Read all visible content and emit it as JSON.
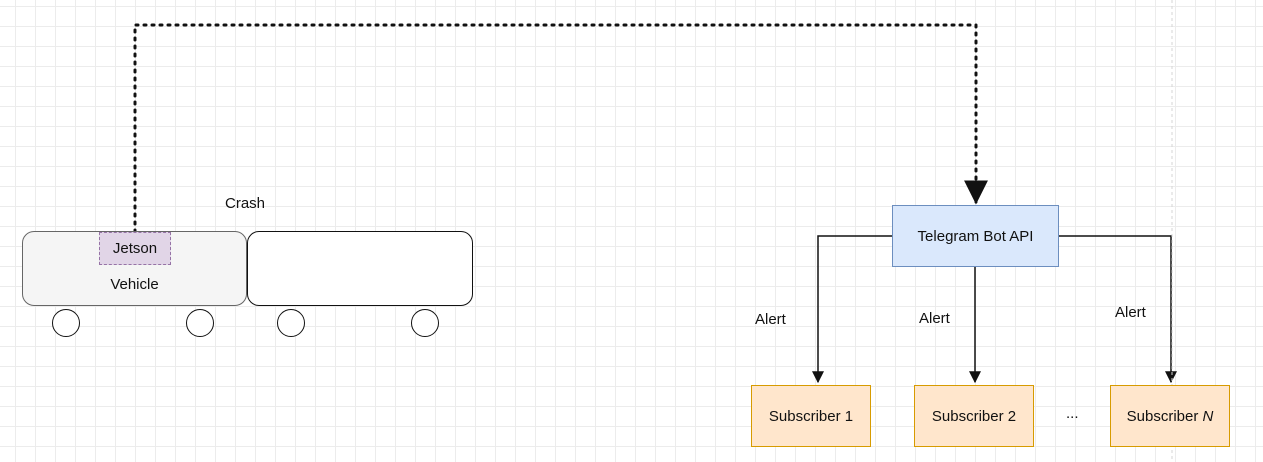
{
  "diagram": {
    "vehicle": {
      "label": "Vehicle",
      "jetson_label": "Jetson"
    },
    "crash_label": "Crash",
    "telegram": {
      "label": "Telegram Bot API"
    },
    "alert_labels": [
      "Alert",
      "Alert",
      "Alert"
    ],
    "subscribers": [
      {
        "prefix": "Subscriber 1",
        "suffix": ""
      },
      {
        "prefix": "Subscriber 2",
        "suffix": ""
      },
      {
        "prefix": "Subscriber ",
        "suffix": "N"
      }
    ],
    "ellipsis": "...",
    "colors": {
      "jetson_fill": "#e1d5e7",
      "jetson_stroke": "#9673a6",
      "telegram_fill": "#dae8fc",
      "telegram_stroke": "#6c8ebf",
      "subscriber_fill": "#ffe6cc",
      "subscriber_stroke": "#d79b00",
      "vehicle_fill": "#f5f5f5"
    }
  }
}
